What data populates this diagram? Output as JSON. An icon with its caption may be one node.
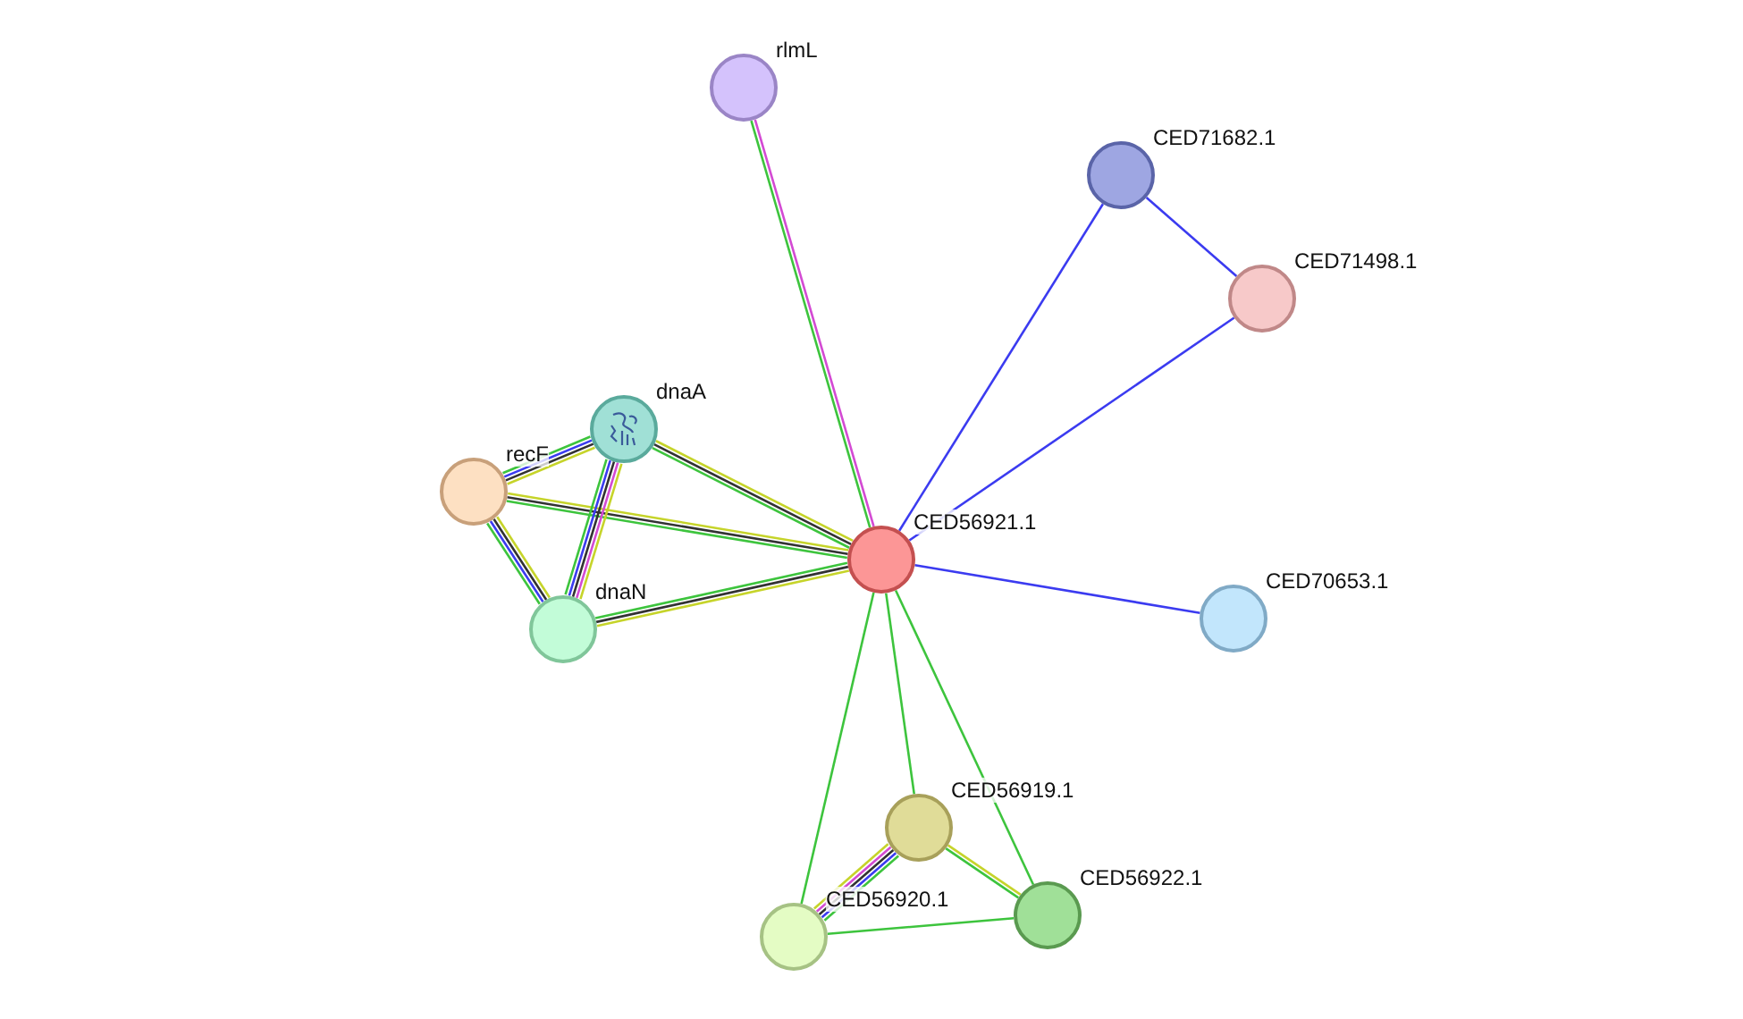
{
  "diagram": {
    "nodes": [
      {
        "text": [],
        "shape": "circle",
        "beside": [
          "rlmL"
        ]
      },
      {
        "text": [],
        "shape": "circle",
        "beside": [
          "CED71682.1"
        ]
      },
      {
        "text": [],
        "shape": "circle",
        "beside": [
          "CED71498.1"
        ]
      },
      {
        "text": [],
        "shape": "circle",
        "beside": [
          "dnaA"
        ]
      },
      {
        "text": [],
        "shape": "circle",
        "beside": [
          "recF"
        ]
      },
      {
        "text": [],
        "shape": "circle",
        "beside": [
          "CED56921.1"
        ]
      },
      {
        "text": [],
        "shape": "circle",
        "beside": [
          "CED70653.1"
        ]
      },
      {
        "text": [],
        "shape": "circle",
        "beside": [
          "dnaN"
        ]
      },
      {
        "text": [],
        "shape": "circle",
        "beside": [
          "CED56919.1"
        ]
      },
      {
        "text": [],
        "shape": "circle",
        "beside": [
          "CED56922.1"
        ]
      },
      {
        "text": [],
        "shape": "circle",
        "beside": [
          "CED56920.1"
        ]
      }
    ],
    "edges": [
      {
        "from": 0,
        "to": 5,
        "arrow": "none",
        "color": "#d34ad3"
      },
      {
        "from": 0,
        "to": 5,
        "arrow": "none",
        "color": "#3dc43d"
      },
      {
        "from": 1,
        "to": 5,
        "arrow": "none",
        "color": "#3b3bf0"
      },
      {
        "from": 1,
        "to": 2,
        "arrow": "none",
        "color": "#3b3bf0"
      },
      {
        "from": 2,
        "to": 5,
        "arrow": "none",
        "color": "#3b3bf0"
      },
      {
        "from": 6,
        "to": 5,
        "arrow": "none",
        "color": "#3b3bf0"
      },
      {
        "from": 3,
        "to": 5,
        "arrow": "none",
        "color": "#c6d42a"
      },
      {
        "from": 3,
        "to": 5,
        "arrow": "none",
        "color": "#323232"
      },
      {
        "from": 3,
        "to": 5,
        "arrow": "none",
        "color": "#3dc43d"
      },
      {
        "from": 4,
        "to": 5,
        "arrow": "none",
        "color": "#c6d42a"
      },
      {
        "from": 4,
        "to": 5,
        "arrow": "none",
        "color": "#323232"
      },
      {
        "from": 4,
        "to": 5,
        "arrow": "none",
        "color": "#3dc43d"
      },
      {
        "from": 7,
        "to": 5,
        "arrow": "none",
        "color": "#c6d42a"
      },
      {
        "from": 7,
        "to": 5,
        "arrow": "none",
        "color": "#323232"
      },
      {
        "from": 7,
        "to": 5,
        "arrow": "none",
        "color": "#3dc43d"
      },
      {
        "from": 4,
        "to": 3,
        "arrow": "none",
        "color": "#c6d42a"
      },
      {
        "from": 4,
        "to": 3,
        "arrow": "none",
        "color": "#323232"
      },
      {
        "from": 4,
        "to": 3,
        "arrow": "none",
        "color": "#3b3bf0"
      },
      {
        "from": 4,
        "to": 3,
        "arrow": "none",
        "color": "#3dc43d"
      },
      {
        "from": 4,
        "to": 7,
        "arrow": "none",
        "color": "#c6d42a"
      },
      {
        "from": 4,
        "to": 7,
        "arrow": "none",
        "color": "#323232"
      },
      {
        "from": 4,
        "to": 7,
        "arrow": "none",
        "color": "#3b3bf0"
      },
      {
        "from": 4,
        "to": 7,
        "arrow": "none",
        "color": "#3dc43d"
      },
      {
        "from": 3,
        "to": 7,
        "arrow": "none",
        "color": "#c6d42a"
      },
      {
        "from": 3,
        "to": 7,
        "arrow": "none",
        "color": "#d34ad3"
      },
      {
        "from": 3,
        "to": 7,
        "arrow": "none",
        "color": "#323232"
      },
      {
        "from": 3,
        "to": 7,
        "arrow": "none",
        "color": "#3b3bf0"
      },
      {
        "from": 3,
        "to": 7,
        "arrow": "none",
        "color": "#3dc43d"
      },
      {
        "from": 5,
        "to": 8,
        "arrow": "none",
        "color": "#3dc43d"
      },
      {
        "from": 5,
        "to": 9,
        "arrow": "none",
        "color": "#3dc43d"
      },
      {
        "from": 5,
        "to": 10,
        "arrow": "none",
        "color": "#3dc43d"
      },
      {
        "from": 8,
        "to": 10,
        "arrow": "none",
        "color": "#c6d42a"
      },
      {
        "from": 8,
        "to": 10,
        "arrow": "none",
        "color": "#d34ad3"
      },
      {
        "from": 8,
        "to": 10,
        "arrow": "none",
        "color": "#323232"
      },
      {
        "from": 8,
        "to": 10,
        "arrow": "none",
        "color": "#3b3bf0"
      },
      {
        "from": 8,
        "to": 10,
        "arrow": "none",
        "color": "#3dc43d"
      },
      {
        "from": 8,
        "to": 9,
        "arrow": "none",
        "color": "#c6d42a"
      },
      {
        "from": 8,
        "to": 9,
        "arrow": "none",
        "color": "#3dc43d"
      },
      {
        "from": 10,
        "to": 9,
        "arrow": "none",
        "color": "#3dc43d"
      }
    ]
  }
}
